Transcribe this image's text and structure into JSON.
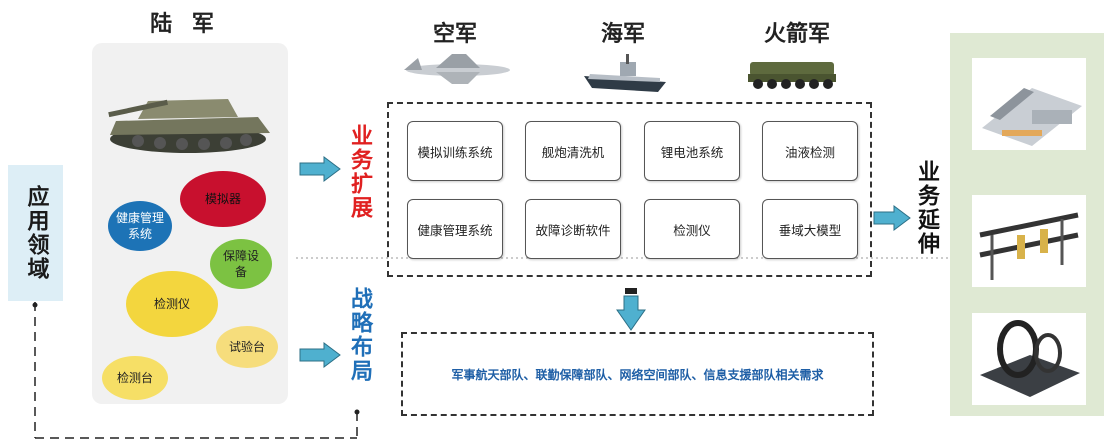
{
  "application_domain": "应用领域",
  "army": {
    "title": "陆 军",
    "bubbles": [
      {
        "label": "模拟器",
        "color": "#c8102e"
      },
      {
        "label": "健康管理系统",
        "color": "#1d73b6"
      },
      {
        "label": "保障设备",
        "color": "#7cc242"
      },
      {
        "label": "检测仪",
        "color": "#f3d63e"
      },
      {
        "label": "试验台",
        "color": "#f6dd7c"
      },
      {
        "label": "检测台",
        "color": "#f6df66"
      }
    ]
  },
  "branches": {
    "air_force": "空军",
    "navy": "海军",
    "rocket_force": "火箭军"
  },
  "business_expansion": "业务扩展",
  "strategic_layout": "战略布局",
  "business_extension": "业务延伸",
  "systems": [
    "模拟训练系统",
    "舰炮清洗机",
    "锂电池系统",
    "油液检测",
    "健康管理系统",
    "故障诊断软件",
    "检测仪",
    "垂域大模型"
  ],
  "demand": "军事航天部队、联勤保障部队、网络空间部队、信息支援部队相关需求",
  "colors": {
    "red_label": "#e02020",
    "blue_label": "#1f6fb8",
    "arrow": "#4fb0cf"
  }
}
